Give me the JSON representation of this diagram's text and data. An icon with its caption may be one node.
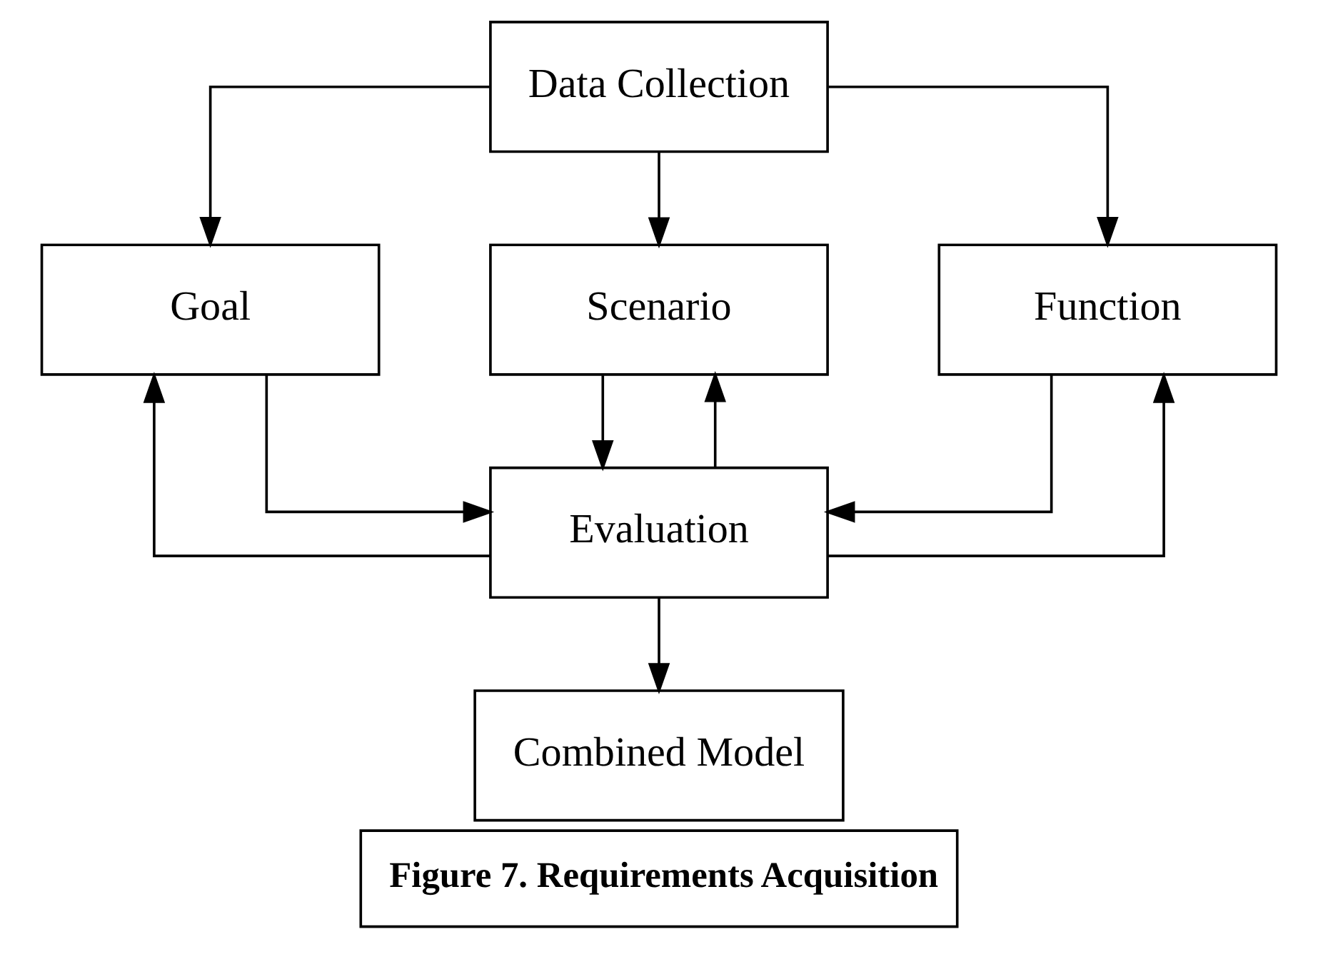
{
  "diagram": {
    "caption": "Figure 7. Requirements Acquisition",
    "nodes": [
      {
        "text": [
          "Data Collection"
        ]
      },
      {
        "text": [
          "Goal"
        ]
      },
      {
        "text": [
          "Scenario"
        ]
      },
      {
        "text": [
          "Function"
        ]
      },
      {
        "text": [
          "Evaluation"
        ]
      },
      {
        "text": [
          "Combined Model"
        ]
      }
    ],
    "edges": [
      {
        "from": 0,
        "to": 1,
        "arrow": "to"
      },
      {
        "from": 0,
        "to": 2,
        "arrow": "to"
      },
      {
        "from": 0,
        "to": 3,
        "arrow": "to"
      },
      {
        "from": 1,
        "to": 4,
        "arrow": "to"
      },
      {
        "from": 2,
        "to": 4,
        "arrow": "to"
      },
      {
        "from": 3,
        "to": 4,
        "arrow": "to"
      },
      {
        "from": 4,
        "to": 5,
        "arrow": "to"
      },
      {
        "from": 4,
        "to": 1,
        "arrow": "to"
      },
      {
        "from": 4,
        "to": 2,
        "arrow": "to"
      },
      {
        "from": 4,
        "to": 3,
        "arrow": "to"
      }
    ]
  }
}
